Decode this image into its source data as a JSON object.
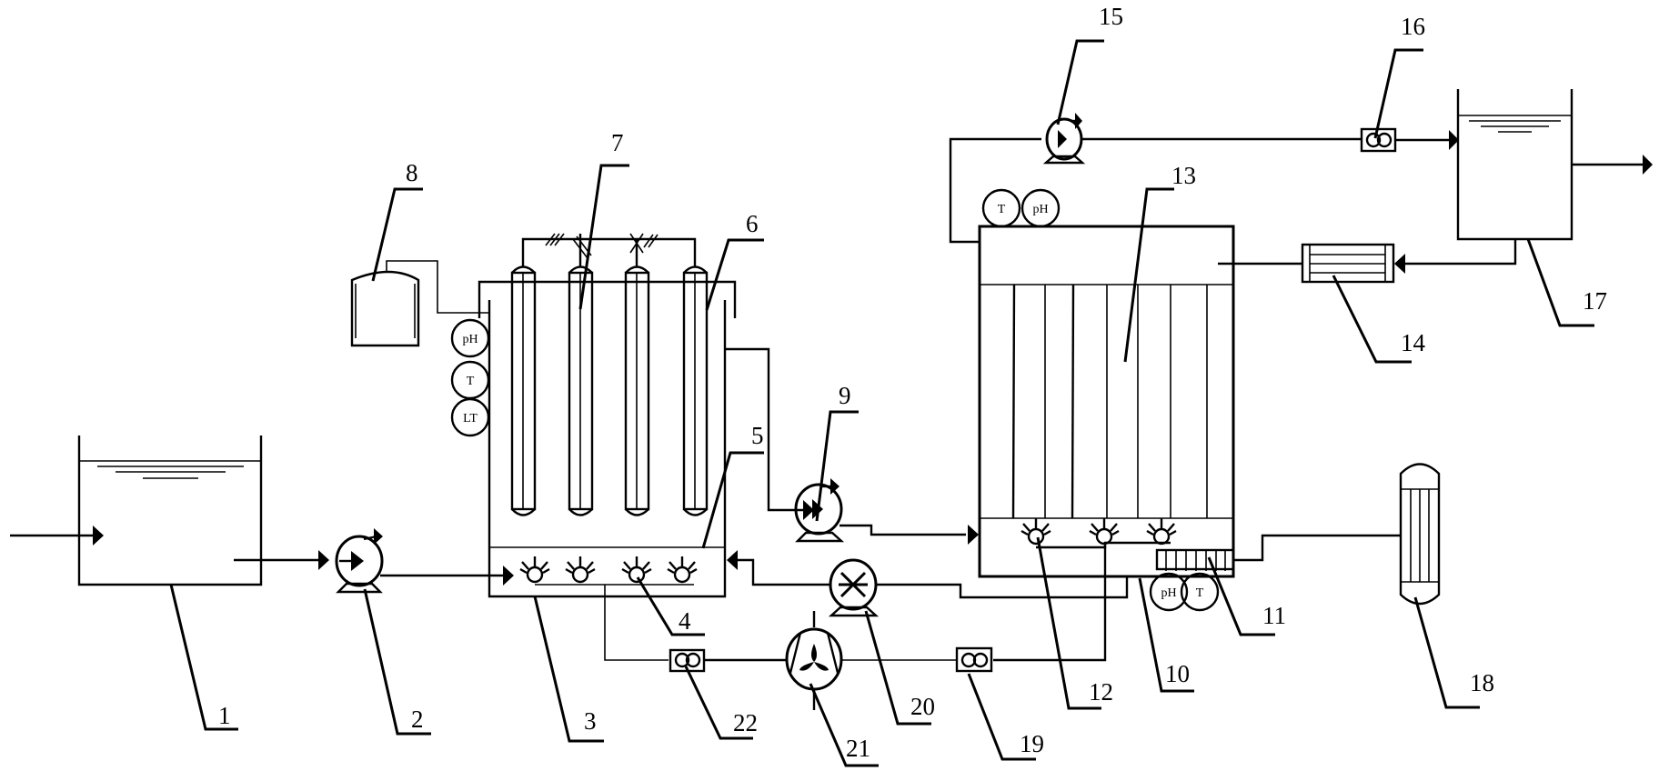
{
  "diagram": {
    "type": "process-flow-diagram",
    "line_color": "#000000",
    "background": "#ffffff",
    "components": [
      {
        "id": "1",
        "label": "1",
        "kind": "raw-water-tank"
      },
      {
        "id": "2",
        "label": "2",
        "kind": "feed-pump"
      },
      {
        "id": "3",
        "label": "3",
        "kind": "first-reactor"
      },
      {
        "id": "4",
        "label": "4",
        "kind": "aerator-diffuser"
      },
      {
        "id": "5",
        "label": "5",
        "kind": "distribution-zone"
      },
      {
        "id": "6",
        "label": "6",
        "kind": "reactor-tube"
      },
      {
        "id": "7",
        "label": "7",
        "kind": "electrode-tube"
      },
      {
        "id": "8",
        "label": "8",
        "kind": "dosing-tank"
      },
      {
        "id": "9",
        "label": "9",
        "kind": "transfer-pump"
      },
      {
        "id": "10",
        "label": "10",
        "kind": "second-reactor-bottom"
      },
      {
        "id": "11",
        "label": "11",
        "kind": "heater-coil"
      },
      {
        "id": "12",
        "label": "12",
        "kind": "aerator-diffuser"
      },
      {
        "id": "13",
        "label": "13",
        "kind": "second-reactor"
      },
      {
        "id": "14",
        "label": "14",
        "kind": "membrane-module"
      },
      {
        "id": "15",
        "label": "15",
        "kind": "suction-pump"
      },
      {
        "id": "16",
        "label": "16",
        "kind": "flowmeter"
      },
      {
        "id": "17",
        "label": "17",
        "kind": "effluent-tank"
      },
      {
        "id": "18",
        "label": "18",
        "kind": "gas-collector"
      },
      {
        "id": "19",
        "label": "19",
        "kind": "flowmeter"
      },
      {
        "id": "20",
        "label": "20",
        "kind": "recirculation-pump"
      },
      {
        "id": "21",
        "label": "21",
        "kind": "blower"
      },
      {
        "id": "22",
        "label": "22",
        "kind": "flowmeter"
      }
    ],
    "instruments": {
      "reactor3": [
        "pH",
        "T",
        "LT"
      ],
      "reactor13_top": [
        "T",
        "pH"
      ],
      "reactor13_bottom": [
        "pH",
        "T"
      ]
    }
  }
}
